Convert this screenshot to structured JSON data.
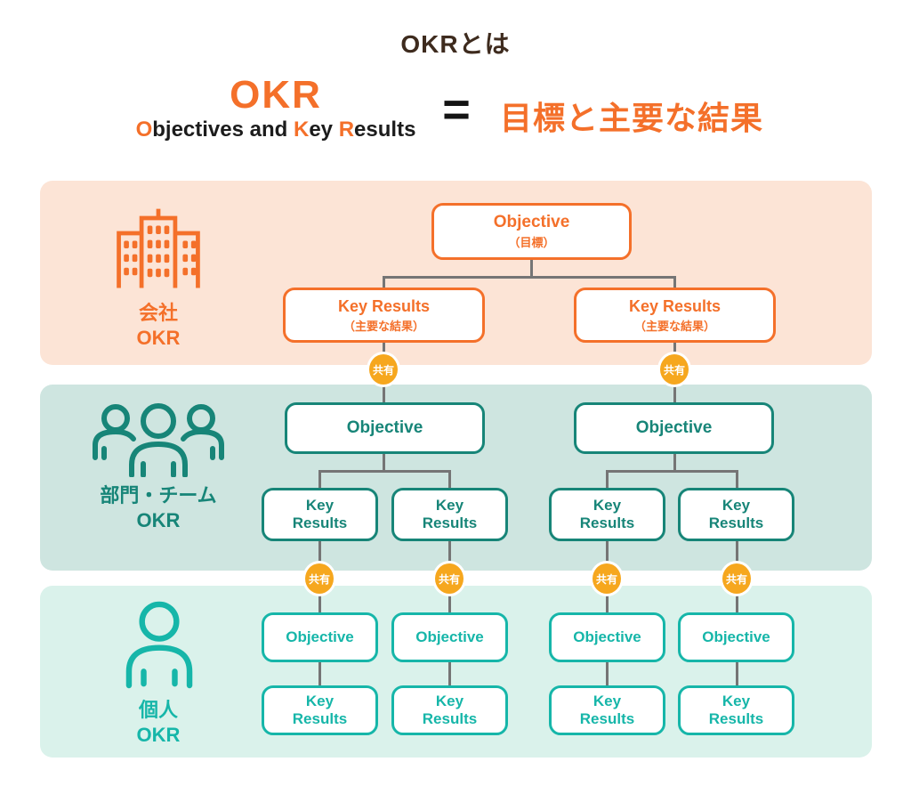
{
  "header": {
    "title": "OKRとは",
    "acronym": "OKR",
    "expansion": [
      {
        "t": "O"
      },
      {
        "t": "bjectives and "
      },
      {
        "t": "K"
      },
      {
        "t": "ey "
      },
      {
        "t": "R"
      },
      {
        "t": "esults"
      }
    ],
    "equals": "=",
    "meaning": "目標と主要な結果"
  },
  "labels": {
    "objective": "Objective",
    "objective_sub": "（目標）",
    "key_results": "Key Results",
    "key_results_sub": "（主要な結果）",
    "key_line1": "Key",
    "key_line2": "Results",
    "share": "共有"
  },
  "levels": [
    {
      "name_line1": "会社",
      "name_line2": "OKR",
      "icon": "building-icon"
    },
    {
      "name_line1": "部門・チーム",
      "name_line2": "OKR",
      "icon": "team-icon"
    },
    {
      "name_line1": "個人",
      "name_line2": "OKR",
      "icon": "person-icon"
    }
  ],
  "colors": {
    "orange": "#F4702A",
    "company_band_bg": "#FCE4D6",
    "teal_dark": "#178578",
    "team_band_bg": "#CEE5E0",
    "teal_bright": "#16B6A9",
    "individual_band_bg": "#DAF2EB",
    "share_badge_bg": "#F6A71E",
    "connector_gray": "#757575",
    "title_text": "#3E2B1E"
  }
}
